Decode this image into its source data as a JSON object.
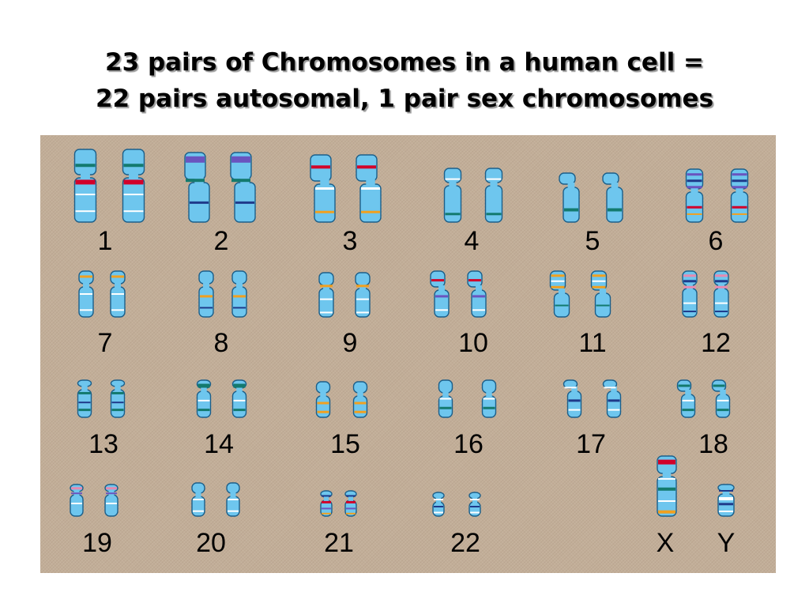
{
  "title": {
    "line1": "23 pairs of Chromosomes in a human cell =",
    "line2": "22 pairs autosomal, 1 pair sex chromosomes"
  },
  "colors": {
    "background": "#c2ae98",
    "chromosome_fill": "#6ec6ee",
    "chromosome_outline": "#1c5f8a",
    "band_red": "#d2002a",
    "band_teal": "#137a6e",
    "band_purple": "#6a54bf",
    "band_orange": "#f0a020",
    "band_pink": "#e58ab0",
    "band_white": "#ffffff",
    "band_navy": "#1f3a8a"
  },
  "pairs": [
    {
      "label": "1"
    },
    {
      "label": "2"
    },
    {
      "label": "3"
    },
    {
      "label": "4"
    },
    {
      "label": "5"
    },
    {
      "label": "6"
    },
    {
      "label": "7"
    },
    {
      "label": "8"
    },
    {
      "label": "9"
    },
    {
      "label": "10"
    },
    {
      "label": "11"
    },
    {
      "label": "12"
    },
    {
      "label": "13"
    },
    {
      "label": "14"
    },
    {
      "label": "15"
    },
    {
      "label": "16"
    },
    {
      "label": "17"
    },
    {
      "label": "18"
    },
    {
      "label": "19"
    },
    {
      "label": "20"
    },
    {
      "label": "21"
    },
    {
      "label": "22"
    }
  ],
  "sex_chromosomes": [
    {
      "label": "X"
    },
    {
      "label": "Y"
    }
  ]
}
